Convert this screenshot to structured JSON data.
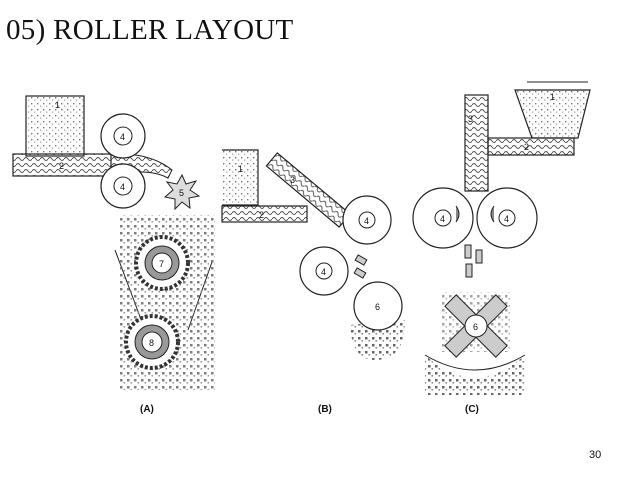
{
  "title": "05) ROLLER LAYOUT",
  "page_number": "30",
  "panels": [
    {
      "caption": "(A)",
      "labels": [
        "1",
        "2",
        "4",
        "4",
        "5",
        "7",
        "8"
      ]
    },
    {
      "caption": "(B)",
      "labels": [
        "1",
        "2",
        "3",
        "4",
        "4",
        "6"
      ]
    },
    {
      "caption": "(C)",
      "labels": [
        "1",
        "2",
        "3",
        "4",
        "4",
        "6"
      ]
    }
  ]
}
